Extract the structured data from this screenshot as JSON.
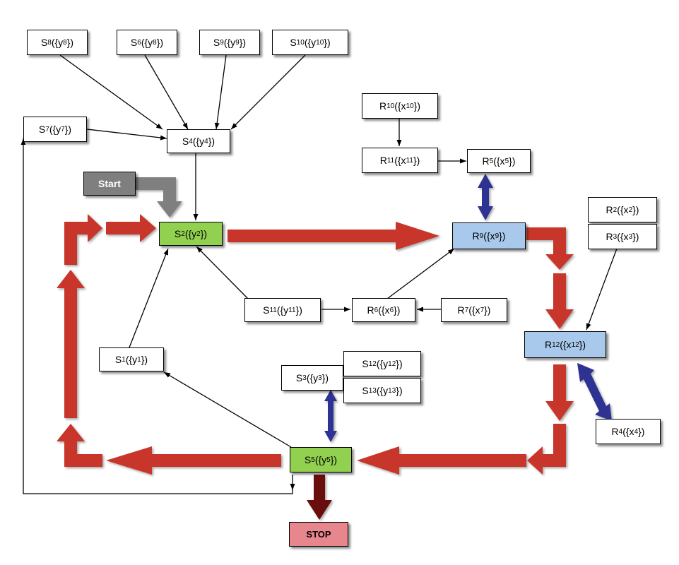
{
  "colors": {
    "flow": "#c8342c",
    "bidirectional": "#2e3192",
    "start_arrow": "#7f7f7f",
    "stop_arrow": "#6b0f0f",
    "selected_module": "#92d050",
    "receiver_highlight": "#a8c8ec",
    "stop": "#e8868e"
  },
  "nodes": [
    {
      "id": "s8",
      "letter": "S",
      "sub": "8",
      "var": "y",
      "vsub": "8"
    },
    {
      "id": "s6",
      "letter": "S",
      "sub": "6",
      "var": "y",
      "vsub": "8"
    },
    {
      "id": "s9",
      "letter": "S",
      "sub": "9",
      "var": "y",
      "vsub": "9"
    },
    {
      "id": "s10",
      "letter": "S",
      "sub": "10",
      "var": "y",
      "vsub": "10"
    },
    {
      "id": "s7",
      "letter": "S",
      "sub": "7",
      "var": "y",
      "vsub": "7"
    },
    {
      "id": "s4",
      "letter": "S",
      "sub": "4",
      "var": "y",
      "vsub": "4"
    },
    {
      "id": "s2",
      "letter": "S",
      "sub": "2",
      "var": "y",
      "vsub": "2",
      "highlight": "green"
    },
    {
      "id": "s11",
      "letter": "S",
      "sub": "11",
      "var": "y",
      "vsub": "11"
    },
    {
      "id": "s1",
      "letter": "S",
      "sub": "1",
      "var": "y",
      "vsub": "1"
    },
    {
      "id": "s3",
      "letter": "S",
      "sub": "3",
      "var": "y",
      "vsub": "3"
    },
    {
      "id": "s12",
      "letter": "S",
      "sub": "12",
      "var": "y",
      "vsub": "12"
    },
    {
      "id": "s13",
      "letter": "S",
      "sub": "13",
      "var": "y",
      "vsub": "13"
    },
    {
      "id": "s5",
      "letter": "S",
      "sub": "5",
      "var": "y",
      "vsub": "5",
      "highlight": "green"
    },
    {
      "id": "r10",
      "letter": "R",
      "sub": "10",
      "var": "x",
      "vsub": "10"
    },
    {
      "id": "r11",
      "letter": "R",
      "sub": "11",
      "var": "x",
      "vsub": "11"
    },
    {
      "id": "r5",
      "letter": "R",
      "sub": "5",
      "var": "x",
      "vsub": "5"
    },
    {
      "id": "r9",
      "letter": "R",
      "sub": "9",
      "var": "x",
      "vsub": "9",
      "highlight": "blue"
    },
    {
      "id": "r2",
      "letter": "R",
      "sub": "2",
      "var": "x",
      "vsub": "2"
    },
    {
      "id": "r3",
      "letter": "R",
      "sub": "3",
      "var": "x",
      "vsub": "3"
    },
    {
      "id": "r6",
      "letter": "R",
      "sub": "6",
      "var": "x",
      "vsub": "6"
    },
    {
      "id": "r7",
      "letter": "R",
      "sub": "7",
      "var": "x",
      "vsub": "7"
    },
    {
      "id": "r12",
      "letter": "R",
      "sub": "12",
      "var": "x",
      "vsub": "12",
      "highlight": "blue"
    },
    {
      "id": "r4",
      "letter": "R",
      "sub": "4",
      "var": "x",
      "vsub": "4"
    }
  ],
  "start": {
    "label": "Start"
  },
  "stop": {
    "label": "STOP"
  }
}
